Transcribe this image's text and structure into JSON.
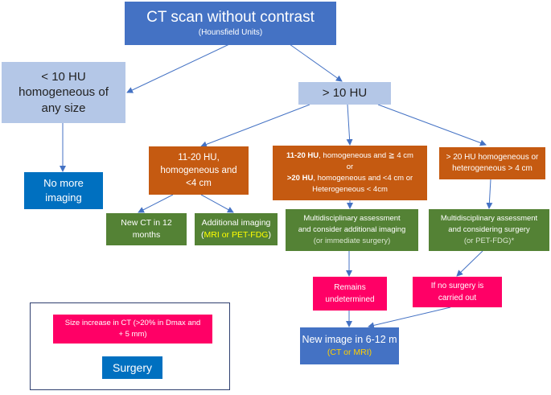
{
  "nodes": {
    "ct_scan": {
      "title": "CT scan without contrast",
      "subtitle": "(Hounsfield Units)"
    },
    "lt10": {
      "line1": "< 10 HU",
      "line2": "homogeneous of",
      "line3": "any size"
    },
    "gt10": {
      "label": "> 10 HU"
    },
    "no_more": {
      "line1": "No more",
      "line2": "imaging"
    },
    "b1120": {
      "line1": "11-20 HU,",
      "line2": "homogeneous and",
      "line3": "<4 cm"
    },
    "bmid": {
      "l1_bold": "11-20 HU",
      "l1_rest": ", homogeneous and ≧ 4 cm",
      "l2": "or",
      "l3_bold": ">20 HU",
      "l3_rest": ", homogeneous and <4 cm or",
      "l4": "Heterogeneous < 4cm"
    },
    "bright": {
      "line1": "> 20 HU homogeneous or",
      "line2": "heterogeneous > 4 cm"
    },
    "newct": {
      "line1": "New CT in 12",
      "line2": "months"
    },
    "addimg": {
      "line1": "Additional imaging",
      "open": "(",
      "highlight": "MRI or PET-FDG",
      "close": ")"
    },
    "multi1": {
      "line1": "Multidisciplinary assessment",
      "line2": "and consider additional imaging",
      "line3": "(or immediate surgery)"
    },
    "multi2": {
      "line1": "Multidisciplinary assessment",
      "line2": "and considering surgery",
      "line3": "(or PET-FDG)*"
    },
    "remains": {
      "line1": "Remains",
      "line2": "undetermined"
    },
    "ifno": {
      "line1": "If no surgery is",
      "line2": "carried out"
    },
    "newimg": {
      "line1": "New image in 6-12 m",
      "line2": "(CT or MRI)"
    },
    "sizeinc": {
      "line1": "Size increase in CT (>20% in Dmax and",
      "line2": "+ 5 mm)"
    },
    "surgery": {
      "label": "Surgery"
    }
  },
  "colors": {
    "blue_dark": "#4472C4",
    "blue_light": "#B4C7E7",
    "blue_mid": "#0070C0",
    "orange": "#C55A11",
    "green": "#548235",
    "pink": "#FF0066",
    "yellow": "#FFFF00",
    "legend_border": "#2F3F6F",
    "arrow": "#4472C4"
  }
}
